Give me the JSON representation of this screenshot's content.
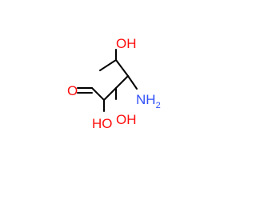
{
  "molecule": {
    "atoms": {
      "aldehyde_o": {
        "label": "O",
        "element": "O",
        "color": "#ff0d0d"
      },
      "oh_top": {
        "label": "OH",
        "element": "O",
        "color": "#ff0d0d"
      },
      "nh2": {
        "label": "NH",
        "subscript": "2",
        "element": "N",
        "color": "#3050f8"
      },
      "oh_c2": {
        "label": "HO",
        "element": "O",
        "color": "#ff0d0d"
      },
      "oh_c3": {
        "label": "OH",
        "element": "O",
        "color": "#ff0d0d"
      }
    },
    "bond_color": "#000000"
  }
}
